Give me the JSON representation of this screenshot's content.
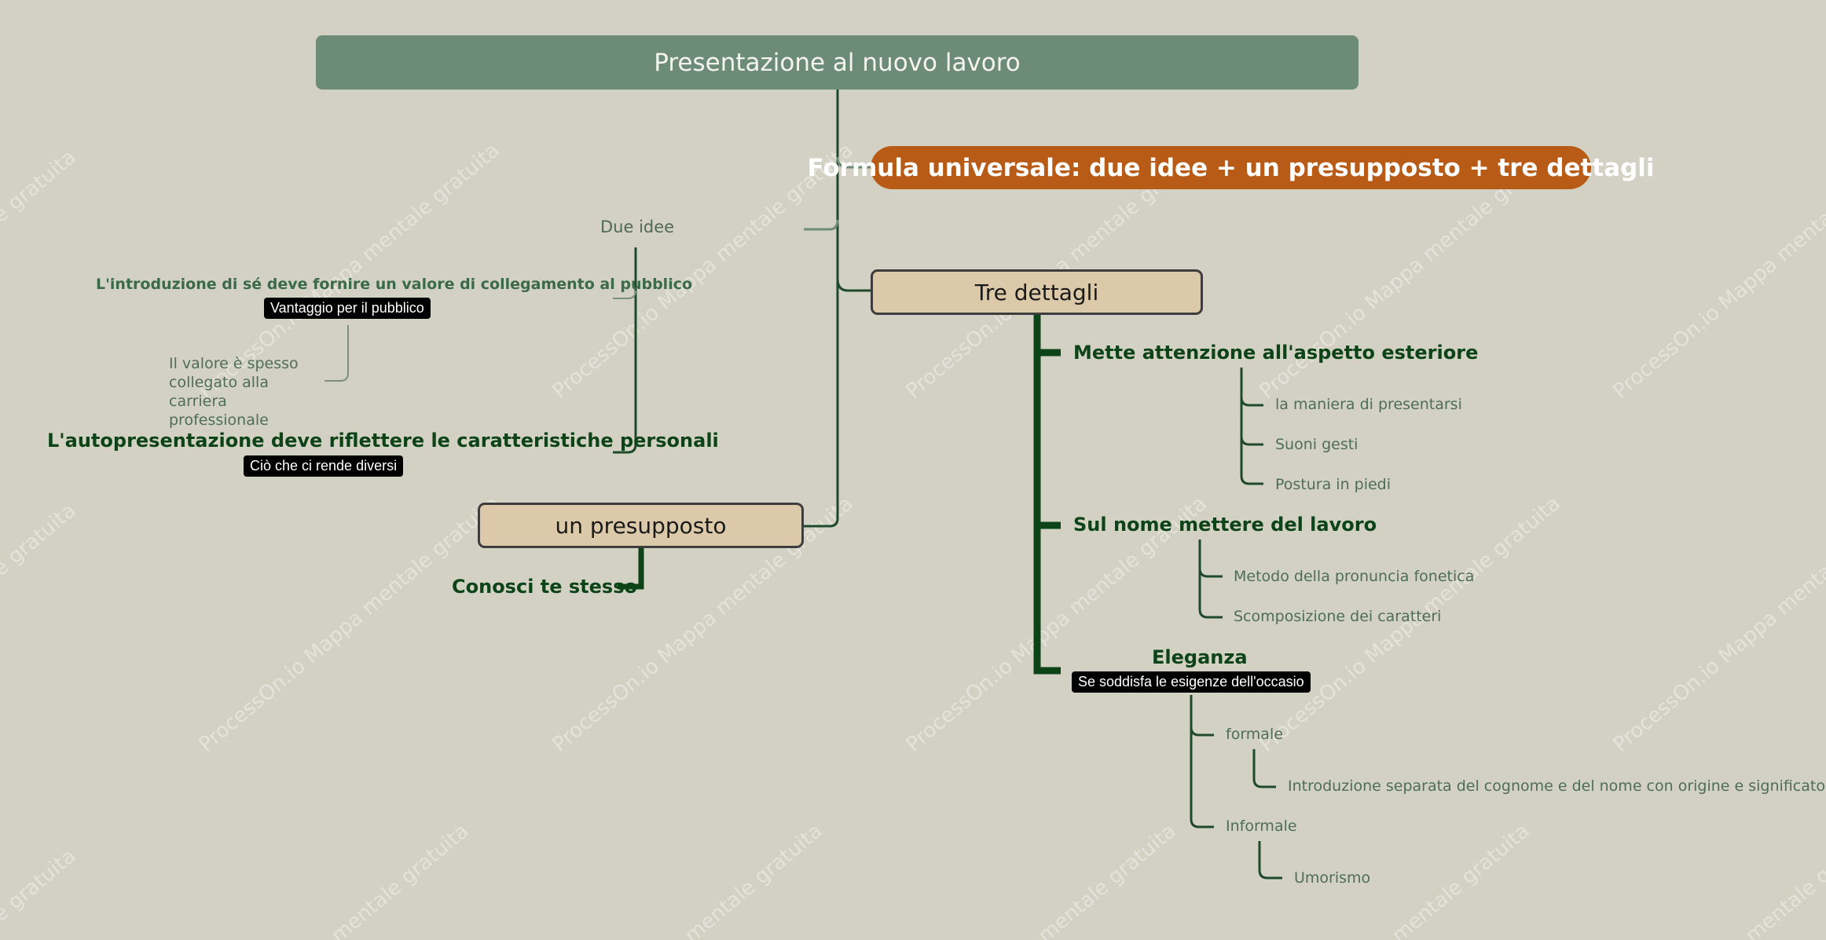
{
  "root": {
    "title": "Presentazione al nuovo lavoro"
  },
  "formula": {
    "title": "Formula universale: due idee + un presupposto + tre dettagli"
  },
  "due_idee": {
    "title": "Due idee",
    "idea1": {
      "title": "L'introduzione di sé deve fornire un valore di collegamento al pubblico",
      "note": "Vantaggio per il pubblico",
      "child": "Il valore è spesso collegato alla carriera professionale"
    },
    "idea2": {
      "title": "L'autopresentazione deve riflettere le caratteristiche personali",
      "note": "Ciò che ci rende diversi"
    }
  },
  "presupposto": {
    "title": "un presupposto",
    "child": "Conosci te stesso"
  },
  "tre_dettagli": {
    "title": "Tre dettagli",
    "d1": {
      "title": "Mette attenzione all'aspetto esteriore",
      "items": [
        "la maniera di presentarsi",
        "Suoni gesti",
        "Postura in piedi"
      ]
    },
    "d2": {
      "title": "Sul nome mettere del lavoro",
      "items": [
        "Metodo della pronuncia fonetica",
        "Scomposizione dei caratteri"
      ]
    },
    "d3": {
      "title": "Eleganza",
      "note": "Se soddisfa le esigenze dell'occasio",
      "formale": {
        "title": "formale",
        "child": "Introduzione separata del cognome e del nome con origine e significato"
      },
      "informale": {
        "title": "Informale",
        "child": "Umorismo"
      }
    }
  },
  "watermark": {
    "full": "ProcessOn.io Mappa mentale gratuita",
    "partial": "mentale gratuita",
    "edge": "ale gratuita"
  },
  "colors": {
    "background": "#d3d1c4",
    "root": "#6d8c78",
    "orange": "#b85b17",
    "tan": "#dcc9aa",
    "dark_green": "#0d4417",
    "line": "#1f4a2a"
  }
}
